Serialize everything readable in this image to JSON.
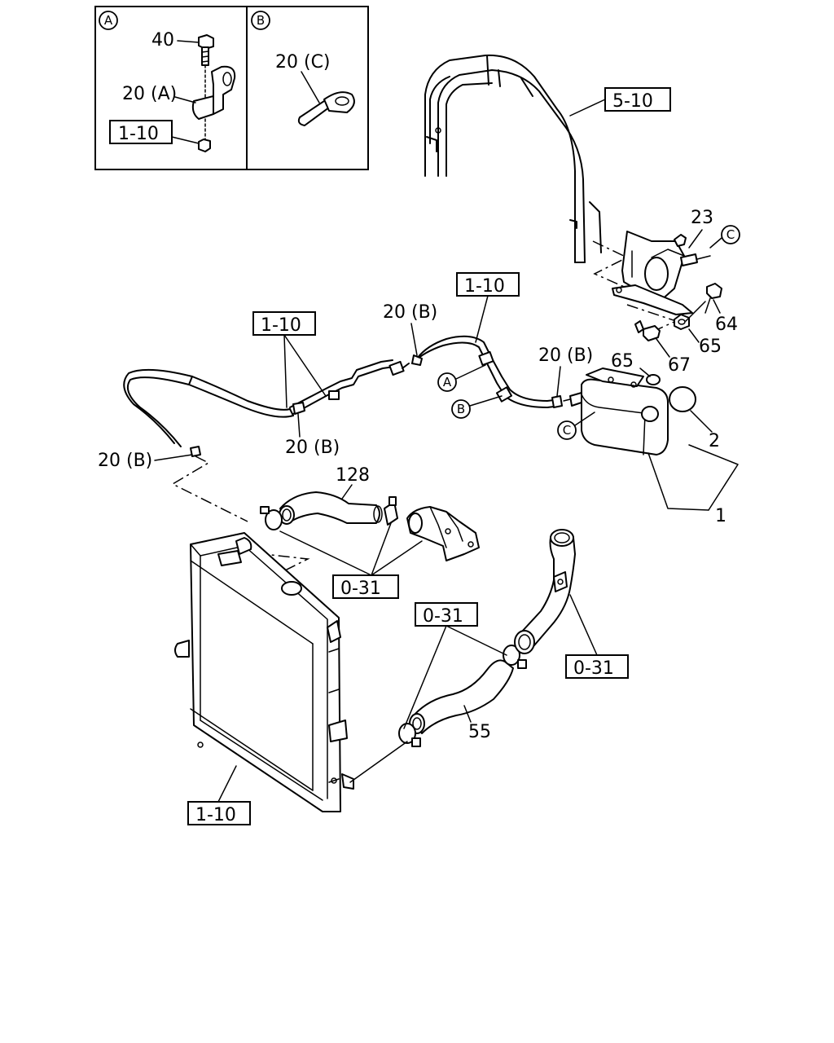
{
  "inset": {
    "panel_a": {
      "letter": "A",
      "bolt": "40",
      "clip": "20 (A)",
      "ref": "1-10"
    },
    "panel_b": {
      "letter": "B",
      "clip": "20 (C)"
    }
  },
  "refs": {
    "bar": "5-10",
    "hose_upper": "1-10",
    "hose_left": "1-10",
    "thermostat": "0-31",
    "lower_hose": "0-31",
    "water_pipe": "0-31",
    "radiator": "1-10"
  },
  "callouts": {
    "clip_b_1": "20 (B)",
    "clip_b_2": "20 (B)",
    "clip_b_3": "20 (B)",
    "clip_b_4": "20 (B)",
    "bracket": "23",
    "bolt_64": "64",
    "nut_65_right": "65",
    "nut_65_tank": "65",
    "bolt_67": "67",
    "cap": "2",
    "tank": "1",
    "hose_128": "128",
    "hose_55": "55"
  },
  "markers": {
    "a": "A",
    "b": "B",
    "c_tank": "C",
    "c_bracket": "C"
  }
}
